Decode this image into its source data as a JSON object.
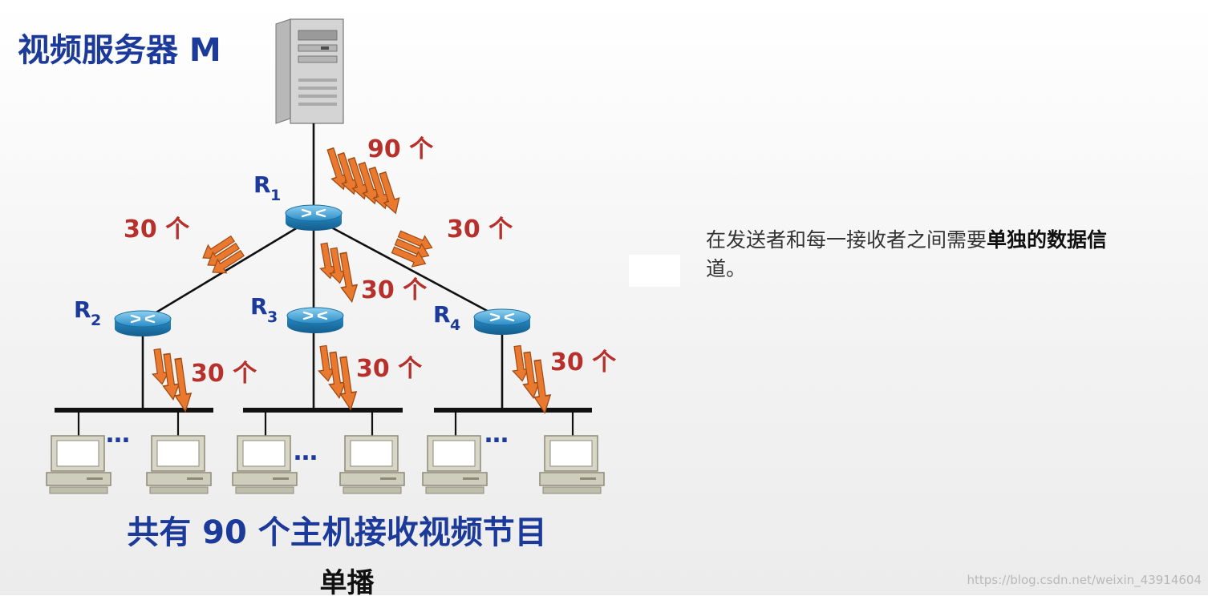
{
  "title": "视频服务器 M",
  "routers": [
    {
      "id": "R1",
      "letter": "R",
      "sub": "1"
    },
    {
      "id": "R2",
      "letter": "R",
      "sub": "2"
    },
    {
      "id": "R3",
      "letter": "R",
      "sub": "3"
    },
    {
      "id": "R4",
      "letter": "R",
      "sub": "4"
    }
  ],
  "flows": {
    "server_to_r1": "90 个",
    "r1_to_r2": "30 个",
    "r1_to_r3": "30 个",
    "r1_to_r4": "30 个",
    "r2_to_lan": "30 个",
    "r3_to_lan": "30 个",
    "r4_to_lan": "30 个"
  },
  "ellipsis": "…",
  "caption": "共有 90 个主机接收视频节目",
  "mode": "单播",
  "note": {
    "prefix": "在发送者和每一接收者之间需要",
    "emphasis": "单独的数据信",
    "suffix": "道。"
  },
  "watermark": "https://blog.csdn.net/weixin_43914604",
  "colors": {
    "title_blue": "#1c3a9a",
    "count_red": "#b7312c",
    "arrow_orange": "#e8792f",
    "router_blue": "#2a8cc7"
  }
}
